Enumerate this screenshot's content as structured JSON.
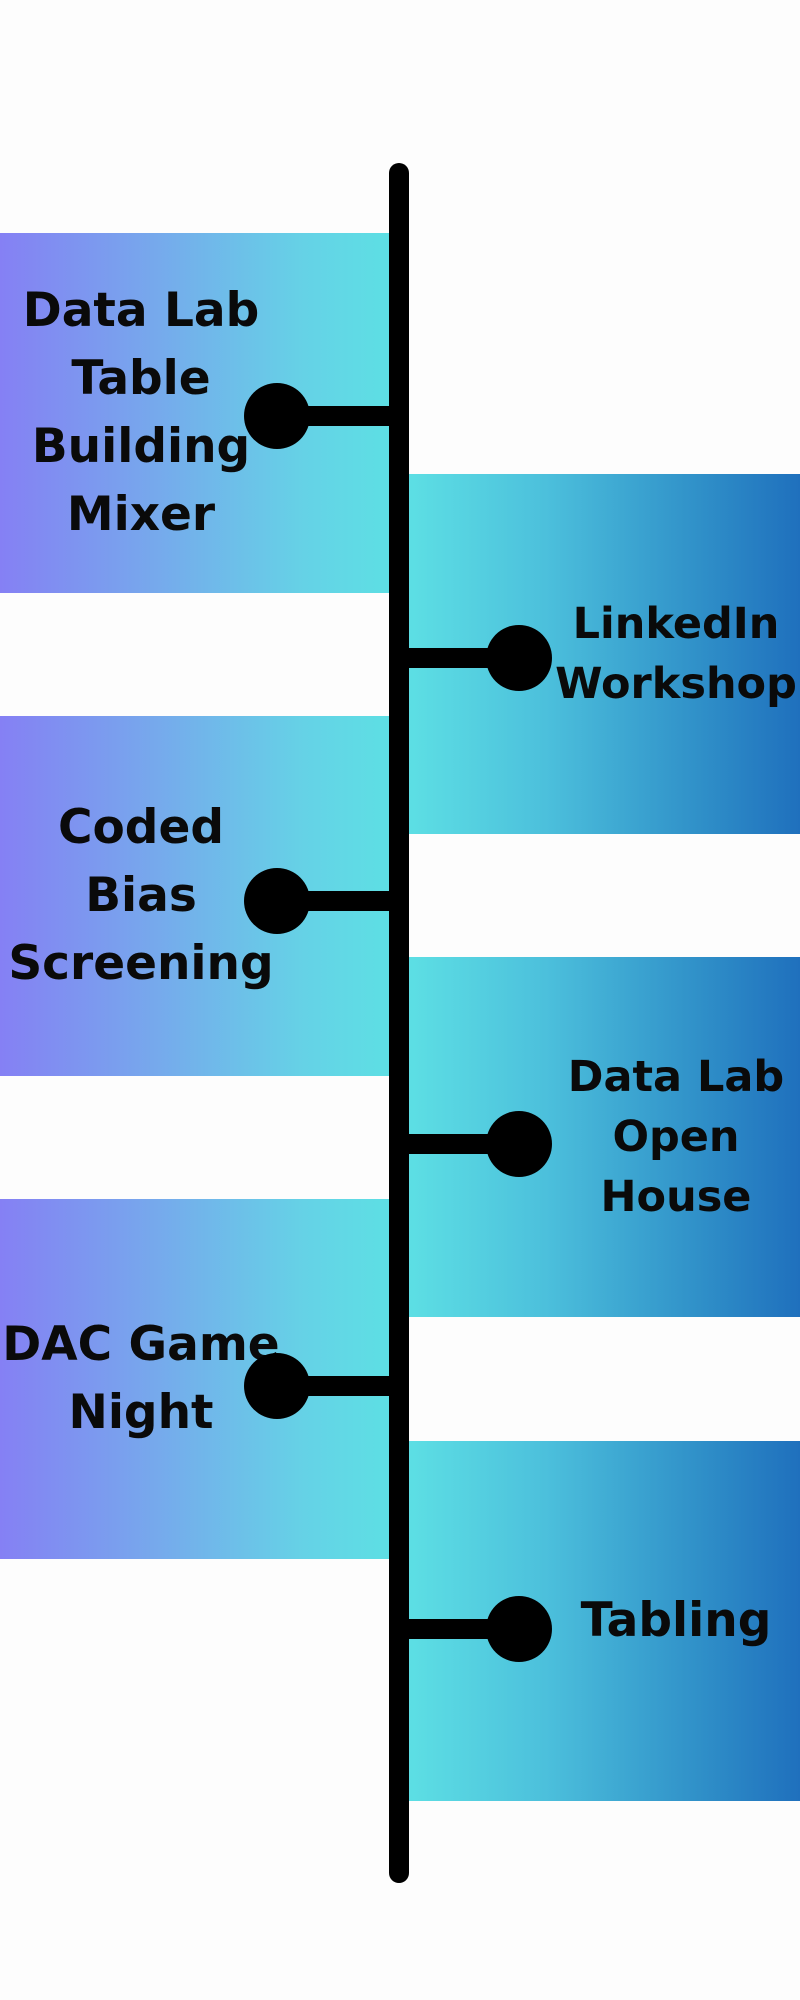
{
  "timeline": {
    "events": [
      {
        "label": "Data Lab Table Building Mixer",
        "side": "left"
      },
      {
        "label": "LinkedIn Workshop",
        "side": "right"
      },
      {
        "label": "Coded Bias Screening",
        "side": "left"
      },
      {
        "label": "Data Lab Open House",
        "side": "right"
      },
      {
        "label": "DAC Game Night",
        "side": "left"
      },
      {
        "label": "Tabling",
        "side": "right"
      }
    ]
  }
}
